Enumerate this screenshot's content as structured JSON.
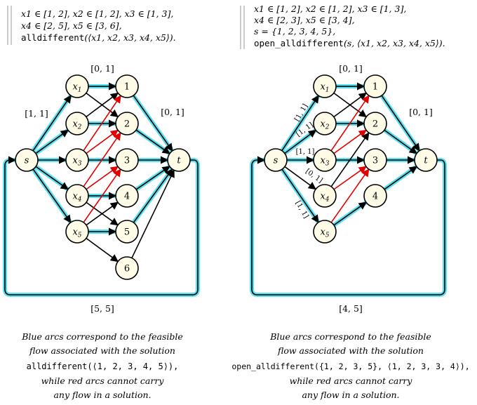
{
  "left": {
    "header": {
      "line1": "x1 ∈ [1, 2], x2 ∈ [1, 2], x3 ∈ [1, 3],",
      "line2": "x4 ∈ [2, 5], x5 ∈ [3, 6],",
      "line3_fn": "alldifferent",
      "line3_args": "(⟨x1, x2, x3, x4, x5⟩)."
    },
    "labels": {
      "top": "[0, 1]",
      "left": "[1, 1]",
      "right": "[0, 1]",
      "bottom": "[5, 5]"
    },
    "caption": {
      "line1": "Blue arcs correspond to the feasible",
      "line2": "flow associated with the solution",
      "line3": "alldifferent(⟨1, 2, 3, 4, 5⟩),",
      "line4": "while red arcs cannot carry",
      "line5": "any flow in a solution."
    }
  },
  "right": {
    "header": {
      "line1": "x1 ∈ [1, 2], x2 ∈ [1, 2], x3 ∈ [1, 3],",
      "line2": "x4 ∈ [2, 3], x5 ∈ [3, 4],",
      "line3": "s = {1, 2, 3, 4, 5},",
      "line4_fn": "open_alldifferent",
      "line4_args": "(s, ⟨x1, x2, x3, x4, x5⟩)."
    },
    "labels": {
      "top": "[0, 1]",
      "right": "[0, 1]",
      "bottom": "[4, 5]",
      "a1": "[1, 1]",
      "a2": "[1, 1]",
      "a3": "[1, 1]",
      "a4": "[0, 1]",
      "a5": "[1, 1]"
    },
    "caption": {
      "line1": "Blue arcs correspond to the feasible",
      "line2": "flow associated with the solution",
      "line3": "open_alldifferent({1, 2, 3, 5}, ⟨1, 2, 3, 3, 4⟩),",
      "line4": "while red arcs cannot carry",
      "line5": "any flow in a solution."
    }
  },
  "node_labels": {
    "s": "s",
    "t": "t",
    "x1": "x1",
    "x2": "x2",
    "x3": "x3",
    "x4": "x4",
    "x5": "x5",
    "v1": "1",
    "v2": "2",
    "v3": "3",
    "v4": "4",
    "v5": "5",
    "v6": "6"
  },
  "colors": {
    "flow": "#5ae0f0",
    "red": "#e00000",
    "black": "#000000",
    "node_fill": "#fffbe6"
  }
}
